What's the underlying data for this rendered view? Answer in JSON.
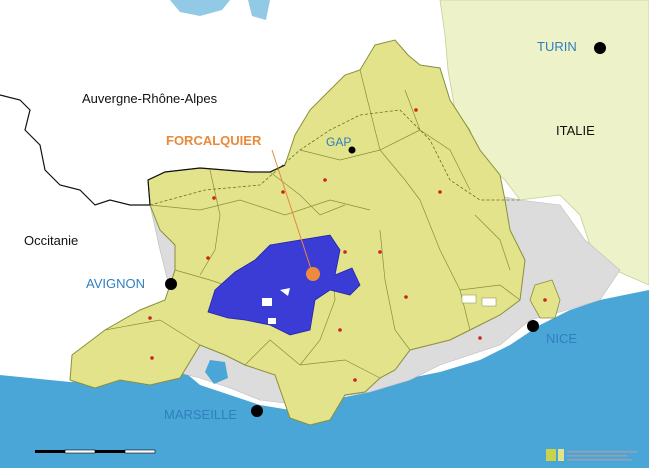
{
  "colors": {
    "sea": "#4aa6d6",
    "italy": "#eef2c8",
    "paca": "#e2e38a",
    "paca_border": "#8a8f3a",
    "grey_area": "#dcdcdc",
    "highlight": "#3b3bd6",
    "forcalquier_dot": "#ee8a3e",
    "city_dot": "#000000",
    "town_dot": "#cc2222",
    "city_label": "#2f7fbf",
    "forcalquier_label": "#e88a3a"
  },
  "labels": {
    "auvergne": "Auvergne-Rhône-Alpes",
    "occitanie": "Occitanie",
    "italie": "ITALIE",
    "forcalquier": "FORCALQUIER",
    "gap": "GAP",
    "turin": "TURIN",
    "avignon": "AVIGNON",
    "nice": "NICE",
    "marseille": "MARSEILLE"
  },
  "scale_bar": {
    "icon": "scale-bar-icon"
  },
  "legend": {
    "icon": "source-legend-icon"
  }
}
